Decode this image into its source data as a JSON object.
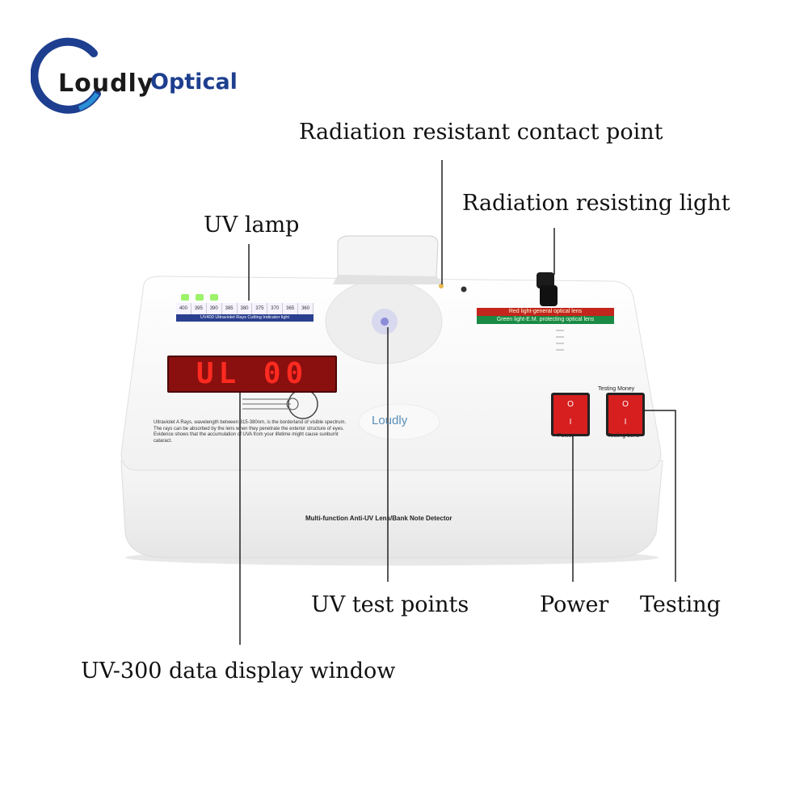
{
  "logo": {
    "word": "Loudly",
    "subtitle": "Optical"
  },
  "callouts": {
    "contact_point": "Radiation resistant contact point",
    "resisting_light": "Radiation resisting light",
    "uv_lamp": "UV lamp",
    "uv_test_points": "UV test points",
    "power": "Power",
    "testing": "Testing",
    "display_window": "UV-300 data display window"
  },
  "device": {
    "display_value": "UL 00",
    "uv_scale": [
      "400",
      "395",
      "390",
      "385",
      "380",
      "375",
      "370",
      "365",
      "360"
    ],
    "uv_caption": "UV400 Ultraviolet Rays Cutting Indicator light",
    "red_sign": "Red light-general optical lens",
    "green_sign": "Green light-E.M. protecting optical lens",
    "brand": "Loudly",
    "power_label": "Power",
    "testing_top_label": "Testing Money",
    "testing_bottom_label": "Testing Lens",
    "switch_on": "O",
    "switch_off": "I",
    "model_text": "Multi-function Anti-UV Lens/Bank Note Detector",
    "paragraph": "Ultraviolet A Rays, wavelength between 315-380nm, is the borderland of visible spectrum. The rays can be absorbed by the lens when they penetrate the exterior structure of eyes. Evidence shows that the accumulation of UVA from your lifetime might cause sunburnt cataract."
  },
  "colors": {
    "brand_blue": "#1e3f8f",
    "display_red": "#ff2a20",
    "switch_red": "#d71f1f"
  }
}
